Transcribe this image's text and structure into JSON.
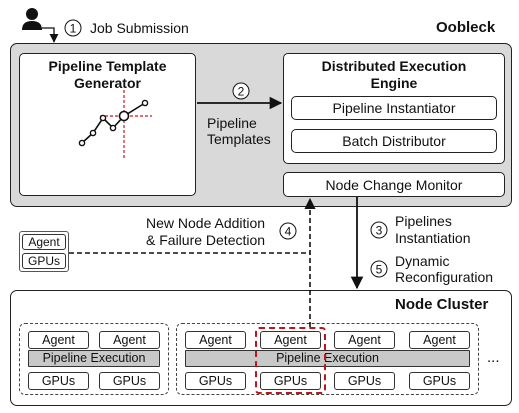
{
  "steps": {
    "s1": {
      "num": "1",
      "label": "Job Submission"
    },
    "s2": {
      "num": "2",
      "label_line1": "Pipeline",
      "label_line2": "Templates"
    },
    "s3": {
      "num": "3",
      "label_line1": "Pipelines",
      "label_line2": "Instantiation"
    },
    "s4": {
      "num": "4",
      "label_line1": "New Node Addition",
      "label_line2": "& Failure Detection"
    },
    "s5": {
      "num": "5",
      "label_line1": "Dynamic",
      "label_line2": "Reconfiguration"
    }
  },
  "oobleck": {
    "title": "Oobleck",
    "template_generator": {
      "line1": "Pipeline Template",
      "line2": "Generator"
    },
    "engine": {
      "line1": "Distributed Execution",
      "line2": "Engine",
      "instantiator": "Pipeline Instantiator",
      "distributor": "Batch Distributor"
    },
    "monitor": "Node Change Monitor"
  },
  "new_node": {
    "agent": "Agent",
    "gpus": "GPUs"
  },
  "cluster": {
    "title": "Node Cluster",
    "agent": "Agent",
    "gpus": "GPUs",
    "pipeline_execution": "Pipeline Execution",
    "ellipsis": "..."
  },
  "colors": {
    "gray_panel": "#d9d9d9",
    "bar": "#c8c8c8",
    "highlight": "#c0141c"
  }
}
